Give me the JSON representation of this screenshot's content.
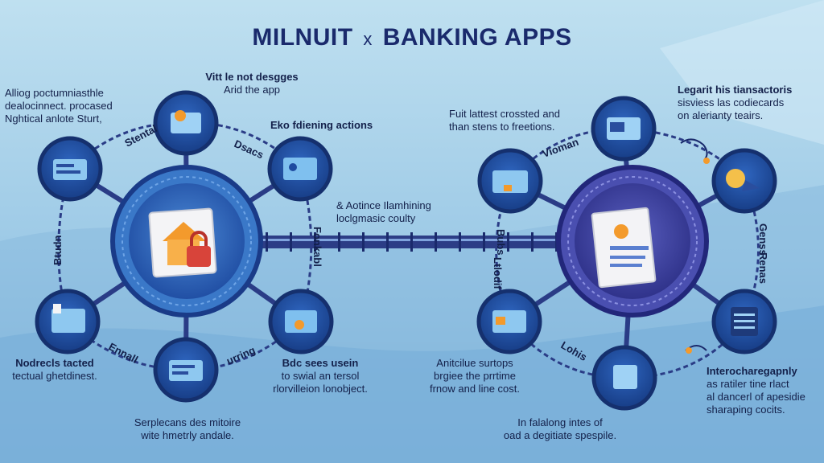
{
  "title": {
    "left": "MILNUIT",
    "sep": "x",
    "right": "BANKING APPS"
  },
  "annotations": {
    "top_left": [
      "Alliog poctumniasthle",
      "dealocinnect. procased",
      "Nghtical anlote Sturt,"
    ],
    "top_mid": [
      "Vitt le not desgges",
      "Arid the app"
    ],
    "mid_top": [
      "Eko fdiening actions"
    ],
    "center": [
      "& Aotince Ilamhining",
      "loclgmasic coulty"
    ],
    "bottom_left": [
      "Nodrecls tacted",
      "tectual ghetdinest."
    ],
    "bottom_mid": [
      "Bdc sees usein",
      "to swial an tersol",
      "rlorvilleion lonobject."
    ],
    "bottom_center": [
      "Serplecans des mitoire",
      "wite hmetrly andale."
    ],
    "right_top_mid": [
      "Fuit lattest crossted and",
      "than stens to freetions."
    ],
    "top_right": [
      "Legarit his tiansactoris",
      "sisviess las codiecards",
      "on alerianty teairs."
    ],
    "right_bottom_mid": [
      "Anitcilue surtops",
      "brgiee the prrtime",
      "frnow and line cost."
    ],
    "bottom_right_mid": [
      "In falalong intes of",
      "oad a degitiate spespile."
    ],
    "bottom_right": [
      "Interocharegapnly",
      "as ratiler tine rlact",
      "al dancerl of apesidie",
      "sharaping cocits."
    ]
  },
  "ring_labels_left": [
    "Stental",
    "Dsacs",
    "Btudn",
    "Fonkabl",
    "Ennall",
    "urring"
  ],
  "ring_labels_right": [
    "Vioman",
    "Bubs",
    "Genss",
    "Ltlodif",
    "Lohis",
    "Renas"
  ],
  "colors": {
    "background_top": "#b7dbee",
    "background_bottom": "#6ea9d3",
    "hub_outer": "#2e64b8",
    "hub_inner": "#1e4aa0",
    "hub_right": "#3b3f9c",
    "node_fill": "#1d4a9a",
    "connector": "#2c3d86"
  }
}
